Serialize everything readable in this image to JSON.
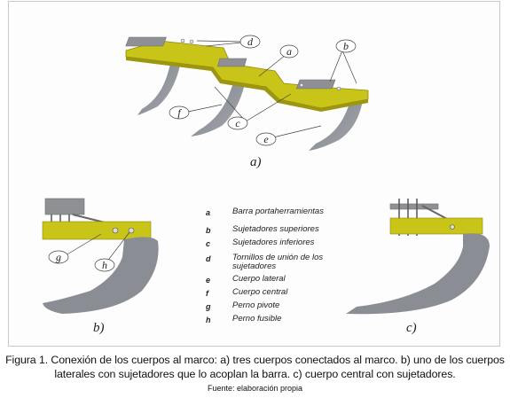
{
  "panels": {
    "a": {
      "label": "a)"
    },
    "b": {
      "label": "b)"
    },
    "c": {
      "label": "c)"
    }
  },
  "callouts": [
    "d",
    "a",
    "b",
    "f",
    "c",
    "e",
    "g",
    "h"
  ],
  "legend": [
    {
      "key": "a",
      "text": "Barra portaherramientas"
    },
    {
      "key": "b",
      "text": "Sujetadores superiores"
    },
    {
      "key": "c",
      "text": "Sujetadores inferiores"
    },
    {
      "key": "d",
      "text": "Tornillos de unión de los sujetadores"
    },
    {
      "key": "e",
      "text": "Cuerpo lateral"
    },
    {
      "key": "f",
      "text": "Cuerpo central"
    },
    {
      "key": "g",
      "text": "Perno pivote"
    },
    {
      "key": "h",
      "text": "Perno fusible"
    }
  ],
  "caption": "Figura 1. Conexión de los cuerpos al marco: a) tres cuerpos conectados al marco. b) uno de los cuerpos laterales con sujetadores que lo acoplan la barra. c) cuerpo central con sujetadores.",
  "source": "Fuente: elaboración propia",
  "colors": {
    "frame_yellow": "#c9c418",
    "frame_dark": "#9c9610",
    "shank_gray": "#8a8d94",
    "clamp_gray": "#8f9094"
  }
}
